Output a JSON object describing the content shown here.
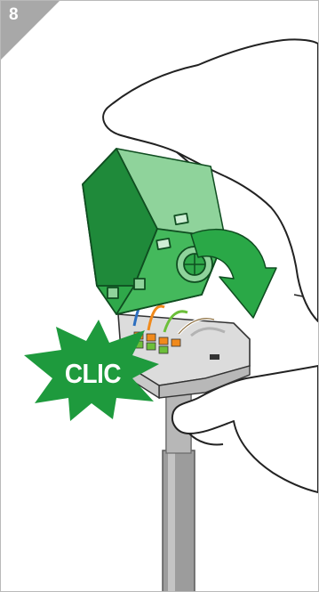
{
  "step": {
    "number": "8"
  },
  "callout": {
    "text": "CLIC"
  },
  "colors": {
    "badge": "#a8a8a8",
    "green_dark": "#1f8a3a",
    "green_mid": "#2fa84a",
    "green_light": "#8fd39b",
    "arrow": "#2aa847",
    "burst": "#1e9a3d",
    "cable": "#9a9a9a",
    "connector": "#d9d9d9"
  },
  "icons": {
    "badge": "step-corner-badge",
    "arrow": "rotate-arrow-icon",
    "burst": "starburst-icon"
  }
}
